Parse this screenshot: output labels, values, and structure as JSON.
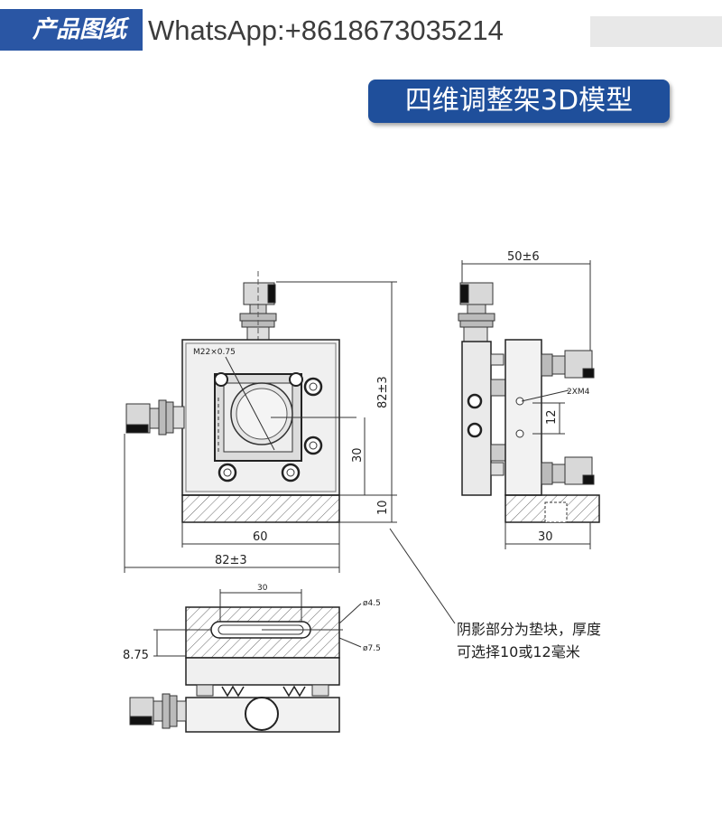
{
  "header": {
    "tab_label": "产品图纸",
    "watermark": "WhatsApp:+8618673035214",
    "title": "四维调整架3D模型"
  },
  "dimensions": {
    "height_total": "82±3",
    "pad_height": "10",
    "center_height": "30",
    "base_width": "60",
    "width_total": "82±3",
    "thread": "M22×0.75",
    "side_depth": "50±6",
    "screw_spec": "2XM4",
    "hole_spacing": "12",
    "side_base": "30",
    "slot_length": "30",
    "hole_small": "ø4.5",
    "hole_large": "ø7.5",
    "offset": "8.75"
  },
  "note": "阴影部分为垫块，厚度可选择10或12毫米"
}
